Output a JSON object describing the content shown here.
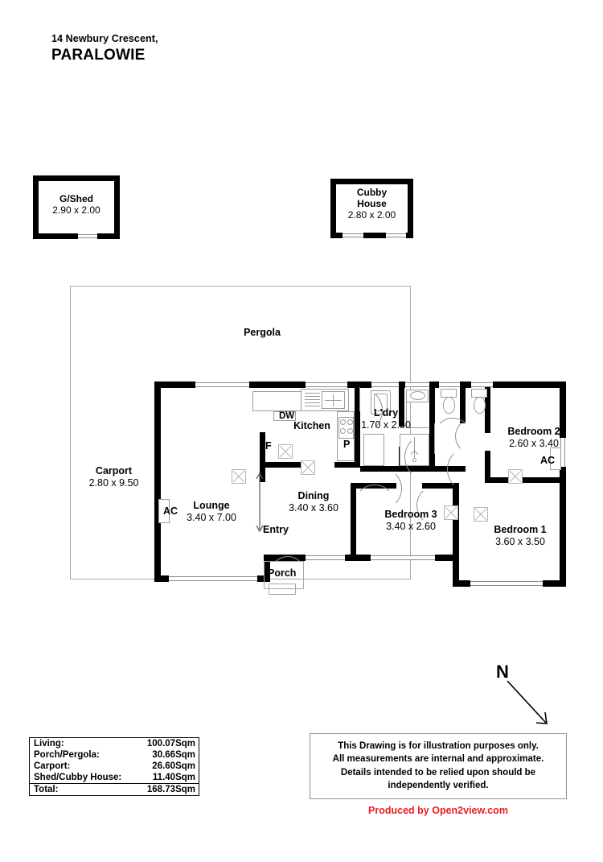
{
  "header": {
    "address_line1": "14 Newbury Crescent,",
    "suburb": "PARALOWIE"
  },
  "outbuildings": [
    {
      "name": "shed",
      "label": "G/Shed",
      "dimensions": "2.90 x 2.00"
    },
    {
      "name": "cubby-house",
      "label_line1": "Cubby",
      "label_line2": "House",
      "dimensions": "2.80 x 2.00"
    }
  ],
  "outdoor": {
    "pergola_label": "Pergola",
    "carport_label": "Carport",
    "carport_dimensions": "2.80 x 9.50",
    "porch_label": "Porch"
  },
  "rooms": [
    {
      "name": "kitchen",
      "label": "Kitchen",
      "dimensions": ""
    },
    {
      "name": "laundry",
      "label": "L'dry",
      "dimensions": "1.70 x 2.50"
    },
    {
      "name": "lounge",
      "label": "Lounge",
      "dimensions": "3.40 x 7.00"
    },
    {
      "name": "dining",
      "label": "Dining",
      "dimensions": "3.40 x 3.60"
    },
    {
      "name": "entry",
      "label": "Entry",
      "dimensions": ""
    },
    {
      "name": "bedroom-1",
      "label": "Bedroom 1",
      "dimensions": "3.60 x 3.50"
    },
    {
      "name": "bedroom-2",
      "label": "Bedroom 2",
      "dimensions": "2.60 x 3.40"
    },
    {
      "name": "bedroom-3",
      "label": "Bedroom 3",
      "dimensions": "3.40 x 2.60"
    }
  ],
  "appliance_tags": {
    "dishwasher": "DW",
    "fridge": "F",
    "pantry": "P",
    "ac_lounge": "AC",
    "ac_bedroom2": "AC"
  },
  "compass": {
    "label": "N"
  },
  "areas": {
    "rows": [
      {
        "label": "Living:",
        "value": "100.07Sqm"
      },
      {
        "label": "Porch/Pergola:",
        "value": "30.66Sqm"
      },
      {
        "label": "Carport:",
        "value": "26.60Sqm"
      },
      {
        "label": "Shed/Cubby House:",
        "value": "11.40Sqm"
      }
    ],
    "total": {
      "label": "Total:",
      "value": "168.73Sqm"
    }
  },
  "disclaimer": {
    "line1": "This Drawing is for illustration purposes only.",
    "line2": "All measurements are internal and approximate.",
    "line3": "Details intended to be relied upon should be",
    "line4": "independently verified."
  },
  "producer": {
    "text": "Produced by Open2view.com",
    "color": "#ee1c25"
  }
}
